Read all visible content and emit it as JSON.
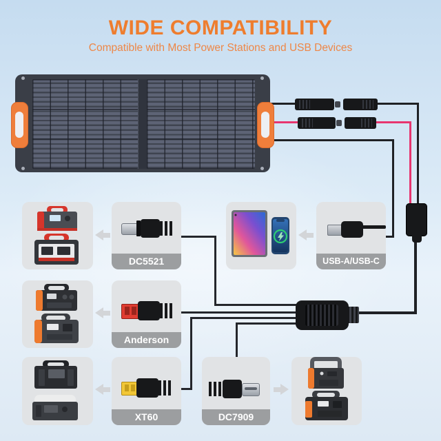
{
  "header": {
    "title": "WIDE COMPATIBILITY",
    "subtitle": "Compatible with Most Power Stations and USB Devices"
  },
  "connector_labels": {
    "dc5521": "DC5521",
    "anderson": "Anderson",
    "xt60": "XT60",
    "dc7909": "DC7909",
    "usb": "USB-A/USB-C"
  },
  "colors": {
    "title_orange": "#EE7D2E",
    "subtitle_orange": "#EE8747",
    "wire_pink": "#E7356F",
    "wire_black": "#1F2125",
    "label_bar_gray": "#9C9EA0",
    "card_gray": "#E1E3E5",
    "panel_frame": "#3A3E47",
    "panel_cell": "#5D6375",
    "handle_orange": "#EF7E3B",
    "anderson_red": "#E03C31",
    "xt60_yellow": "#F2C736",
    "device_orange": "#EE7A2E",
    "device_red": "#D6352B",
    "arrow_gray": "#D3D5D8",
    "charge_ring_green": "#2ECF72"
  }
}
